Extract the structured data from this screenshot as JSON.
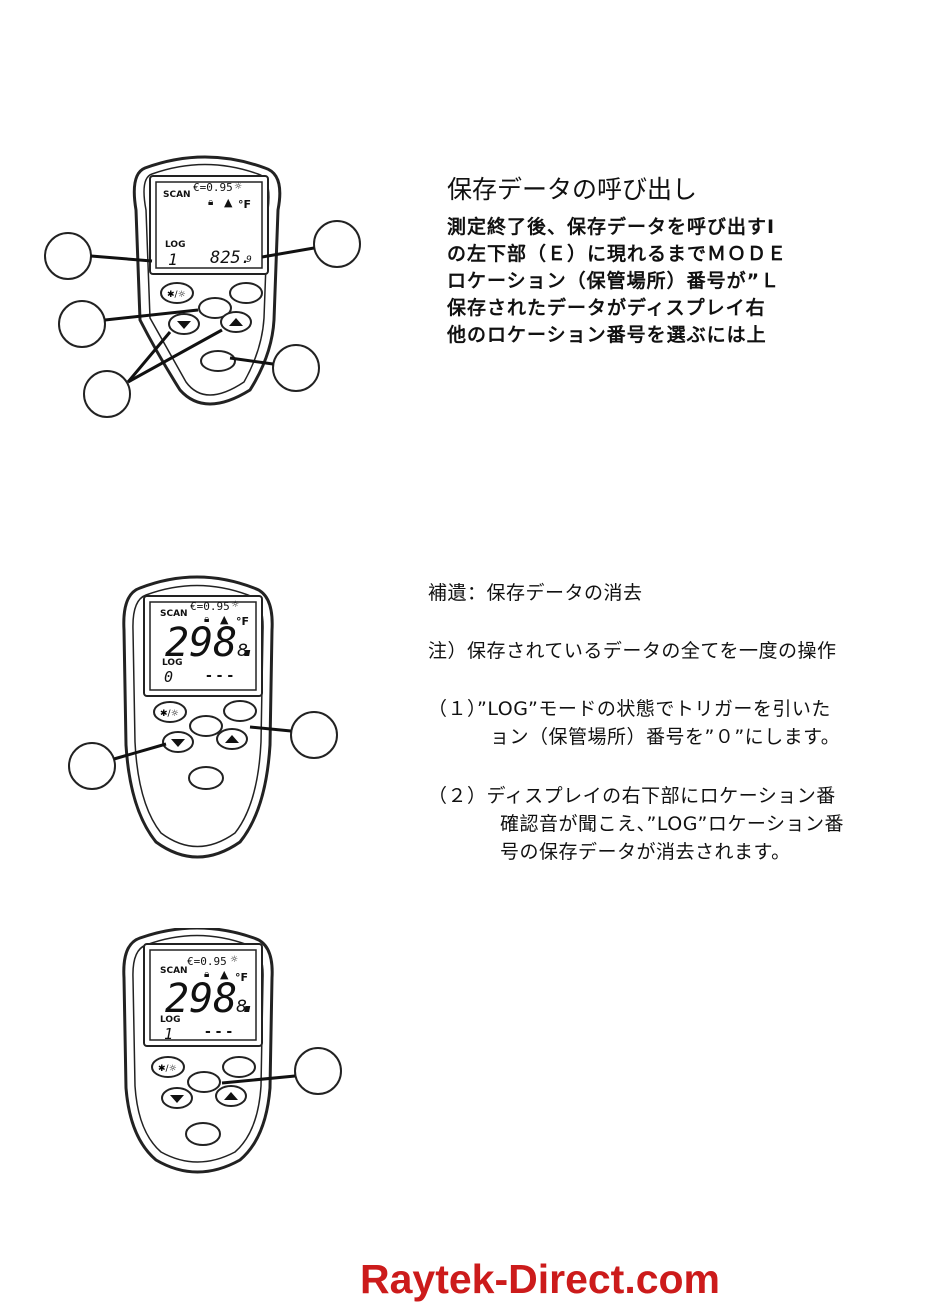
{
  "section1": {
    "title": "保存データの呼び出し",
    "lines": [
      "測定終了後、保存データを呼び出すI",
      "の左下部（Ｅ）に現れるまでＭＯＤＥ",
      "ロケーション（保管場所）番号が”Ｌ",
      "保存されたデータがディスプレイ右",
      "他のロケーション番号を選ぶには上"
    ]
  },
  "section2": {
    "title": "補遺：保存データの消去",
    "note": "注）保存されているデータの全てを一度の操作",
    "step1_line1": "（１）”LOG”モードの状態でトリガーを引いた",
    "step1_line2": "ョン（保管場所）番号を”０”にします。",
    "step2_line1": "（２）ディスプレイの右下部にロケーション番",
    "step2_line2": "確認音が聞こえ、”LOG”ロケーション番",
    "step2_line3": "号の保存データが消去されます。"
  },
  "devices": {
    "device1": {
      "scan": "SCAN",
      "emissivity": "€=0.95",
      "unit": "°F",
      "log": "LOG",
      "location": "1",
      "reading": "825.",
      "reading_small": "9"
    },
    "device2": {
      "scan": "SCAN",
      "emissivity": "€=0.95",
      "unit": "°F",
      "main": "298.",
      "main_small": "8",
      "log": "LOG",
      "location": "0",
      "dashes": "- - -"
    },
    "device3": {
      "scan": "SCAN",
      "emissivity": "€=0.95",
      "unit": "°F",
      "main": "298.",
      "main_small": "8",
      "log": "LOG",
      "location": "1",
      "dashes": "- - -"
    }
  },
  "footer": {
    "brand": "Raytek-Direct.com",
    "color": "#cc1b1b"
  }
}
